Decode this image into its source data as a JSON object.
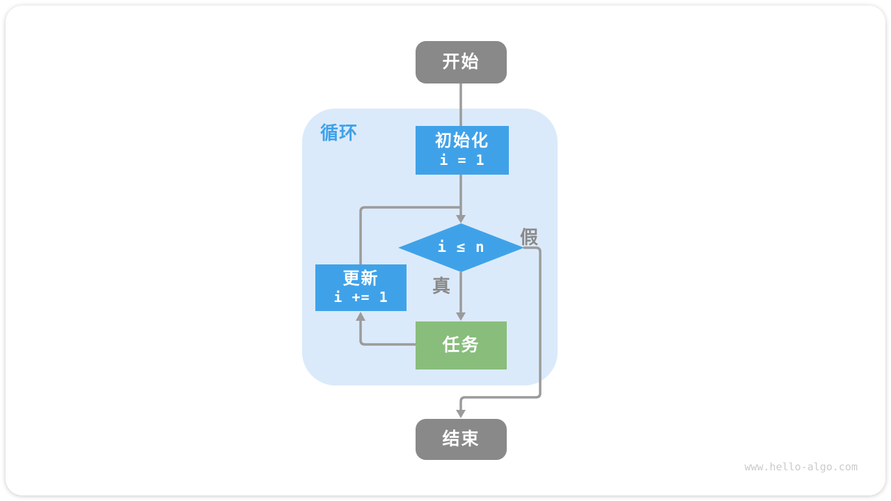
{
  "watermark": "www.hello-algo.com",
  "flowchart": {
    "loop_label": "循环",
    "nodes": {
      "start": {
        "label": "开始"
      },
      "init": {
        "title": "初始化",
        "code": "i = 1"
      },
      "condition": {
        "label": "i ≤ n"
      },
      "update": {
        "title": "更新",
        "code": "i += 1"
      },
      "task": {
        "label": "任务"
      },
      "end": {
        "label": "结束"
      }
    },
    "branch_labels": {
      "true": "真",
      "false": "假"
    },
    "colors": {
      "process_blue": "#3FA2E9",
      "task_green": "#89BD7C",
      "terminal_gray": "#898989",
      "loop_background": "#DBEAFA",
      "connector_gray": "#9B9B9B",
      "branch_label_gray": "#8A8A8A"
    }
  }
}
